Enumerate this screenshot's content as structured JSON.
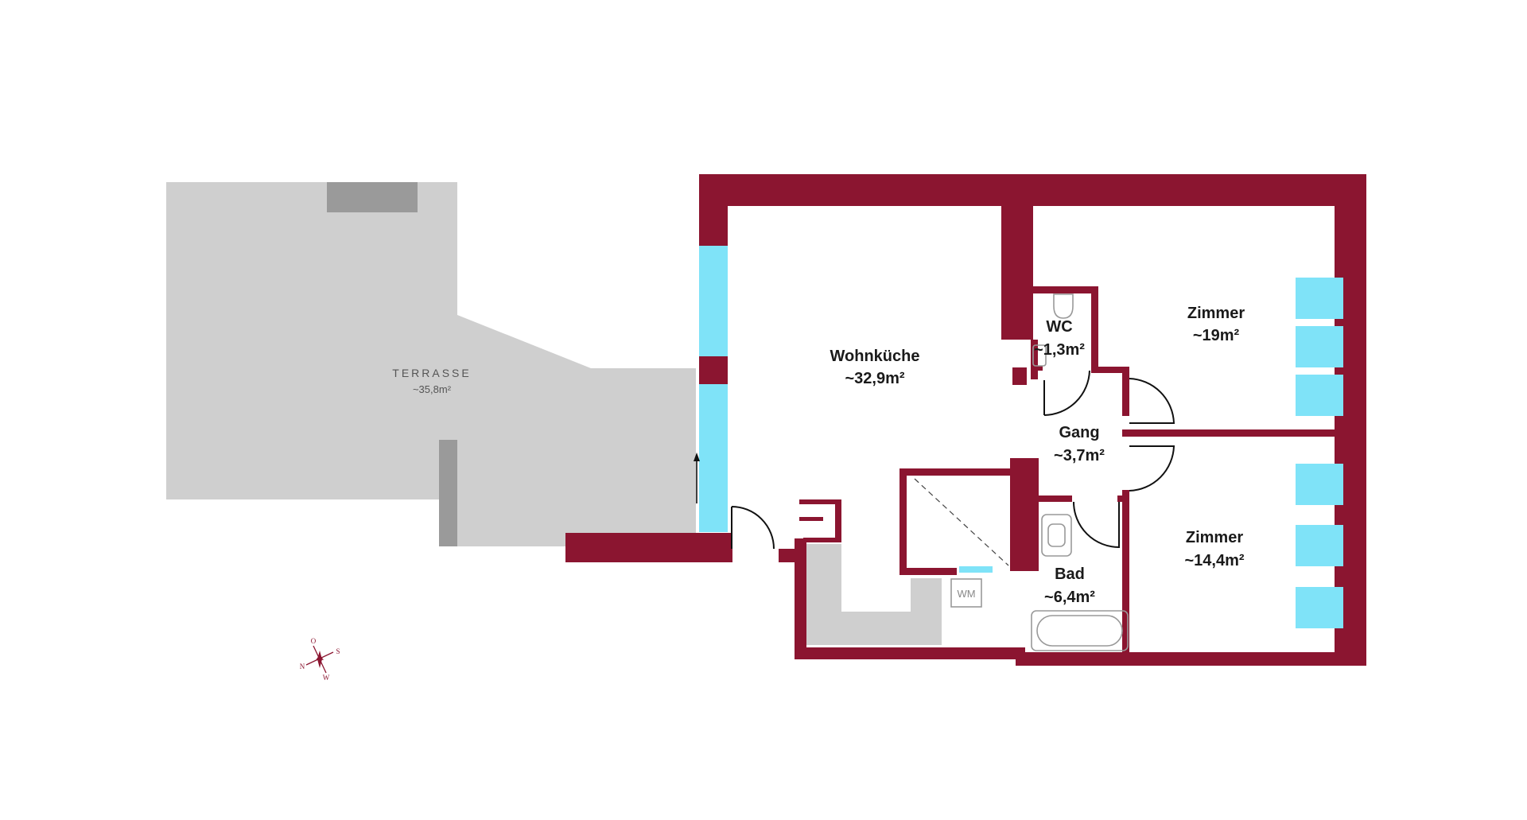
{
  "colors": {
    "wall": "#8b1530",
    "window": "#7fe3f8",
    "terrace": "#cfcfcf",
    "terrace_dark": "#9a9a9a",
    "storage": "#cfcfcf",
    "fixture": "#999999",
    "background": "#ffffff"
  },
  "terrace": {
    "name": "TERRASSE",
    "area": "~35,8m²"
  },
  "rooms": {
    "wohnkueche": {
      "name": "Wohnküche",
      "area": "~32,9m²"
    },
    "wc": {
      "name": "WC",
      "area": "~1,3m²"
    },
    "zimmer1": {
      "name": "Zimmer",
      "area": "~19m²"
    },
    "gang": {
      "name": "Gang",
      "area": "~3,7m²"
    },
    "zimmer2": {
      "name": "Zimmer",
      "area": "~14,4m²"
    },
    "bad": {
      "name": "Bad",
      "area": "~6,4m²"
    }
  },
  "fixtures": {
    "washing_machine": "WM"
  },
  "compass": {
    "n": "N",
    "o": "O",
    "s": "S",
    "w": "W"
  },
  "icons": {
    "entry_arrow": "up-arrow-icon",
    "compass": "compass-rose-icon"
  }
}
